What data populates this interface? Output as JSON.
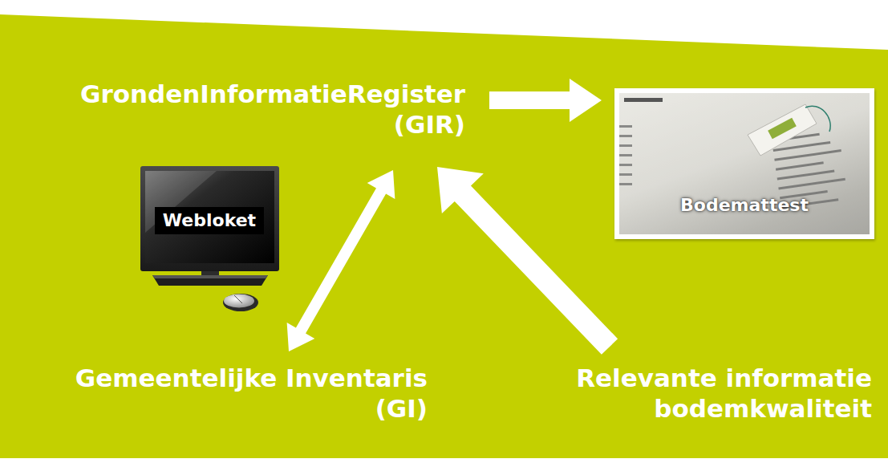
{
  "diagram": {
    "nodes": [
      {
        "text": [
          "GrondenInformatieRegister (GIR)"
        ]
      },
      {
        "text": [
          "Bodemattest"
        ]
      },
      {
        "text": [
          "Webloket"
        ]
      },
      {
        "text": [
          "Gemeentelijke Inventaris (GI)"
        ]
      },
      {
        "text": [
          "Relevante informatie bodemkwaliteit"
        ]
      }
    ],
    "edges": [
      {
        "from": 0,
        "to": 1,
        "arrow": "to"
      },
      {
        "from": 3,
        "to": 0,
        "arrow": "both"
      },
      {
        "from": 4,
        "to": 0,
        "arrow": "to"
      }
    ]
  }
}
